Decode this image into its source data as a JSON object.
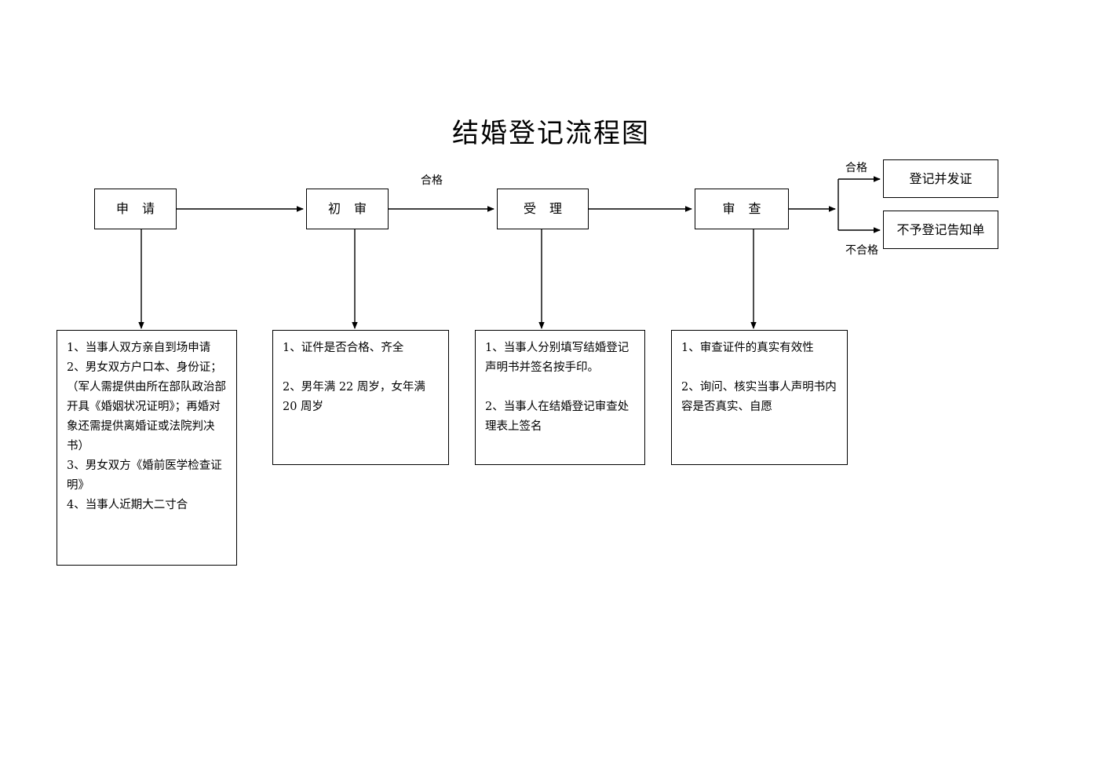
{
  "title": "结婚登记流程图",
  "process_steps": [
    {
      "id": "apply",
      "label": "申 请"
    },
    {
      "id": "first-review",
      "label": "初 审"
    },
    {
      "id": "accept",
      "label": "受 理"
    },
    {
      "id": "examine",
      "label": "审 查"
    }
  ],
  "outcome_boxes": [
    {
      "id": "register-issue",
      "label": "登记并发证"
    },
    {
      "id": "refuse-notice",
      "label": "不予登记告知单"
    }
  ],
  "edge_labels": {
    "qualified_mid": "合格",
    "qualified_branch": "合格",
    "unqualified_branch": "不合格"
  },
  "detail_boxes": [
    {
      "id": "apply-details",
      "lines": [
        {
          "text": "1、当事人双方亲自到场申请",
          "gap": false
        },
        {
          "text": "2、男女双方户口本、身份证；（军人需提供由所在部队政治部开具《婚姻状况证明》；再婚对象还需提供离婚证或法院判决书）",
          "gap": false
        },
        {
          "text": "3、男女双方《婚前医学检查证明》",
          "gap": false
        },
        {
          "text": "4、当事人近期大二寸合",
          "gap": false
        }
      ]
    },
    {
      "id": "first-review-details",
      "lines": [
        {
          "text": "1、证件是否合格、齐全",
          "gap": false
        },
        {
          "text": "2、男年满 22 周岁，女年满 20 周岁",
          "gap": true
        }
      ]
    },
    {
      "id": "accept-details",
      "lines": [
        {
          "text": "1、当事人分别填写结婚登记声明书并签名按手印。",
          "gap": false
        },
        {
          "text": "2、当事人在结婚登记审查处理表上签名",
          "gap": true
        }
      ]
    },
    {
      "id": "examine-details",
      "lines": [
        {
          "text": "1、审查证件的真实有效性",
          "gap": false
        },
        {
          "text": "2、询问、核实当事人声明书内容是否真实、自愿",
          "gap": true
        }
      ]
    }
  ],
  "colors": {
    "line": "#000000",
    "text": "#000000",
    "background": "#ffffff"
  }
}
